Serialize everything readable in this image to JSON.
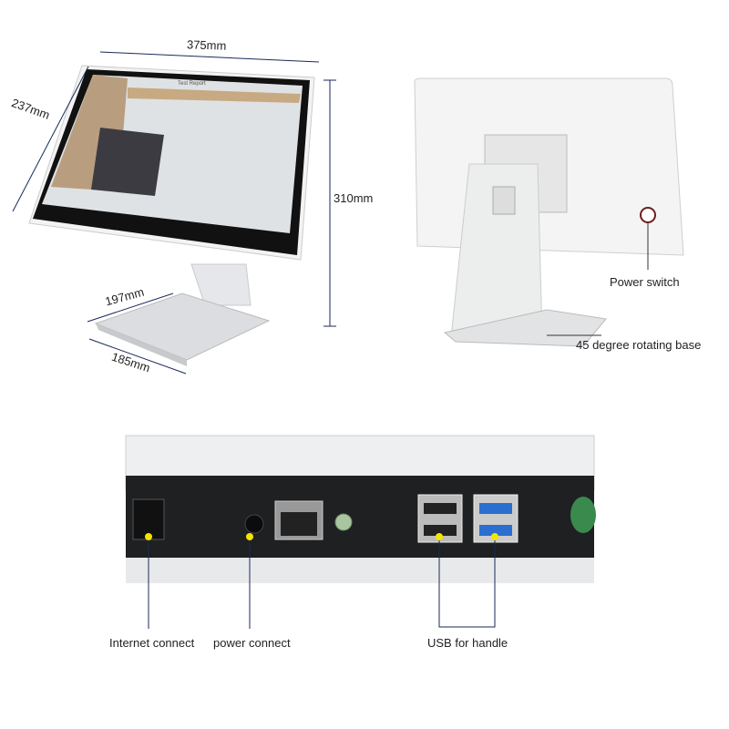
{
  "dimensions": {
    "width": "375mm",
    "depth": "237mm",
    "height": "310mm",
    "base_depth": "197mm",
    "base_width": "185mm"
  },
  "screen": {
    "title": "Test Report"
  },
  "callouts": {
    "power_switch": "Power switch",
    "rotating_base": "45 degree rotating base",
    "internet": "Internet connect",
    "power": "power connect",
    "usb": "USB for handle"
  },
  "colors": {
    "port_marker": "#f5e400",
    "usb3": "#2a6fd0",
    "panel": "#1e2022"
  }
}
